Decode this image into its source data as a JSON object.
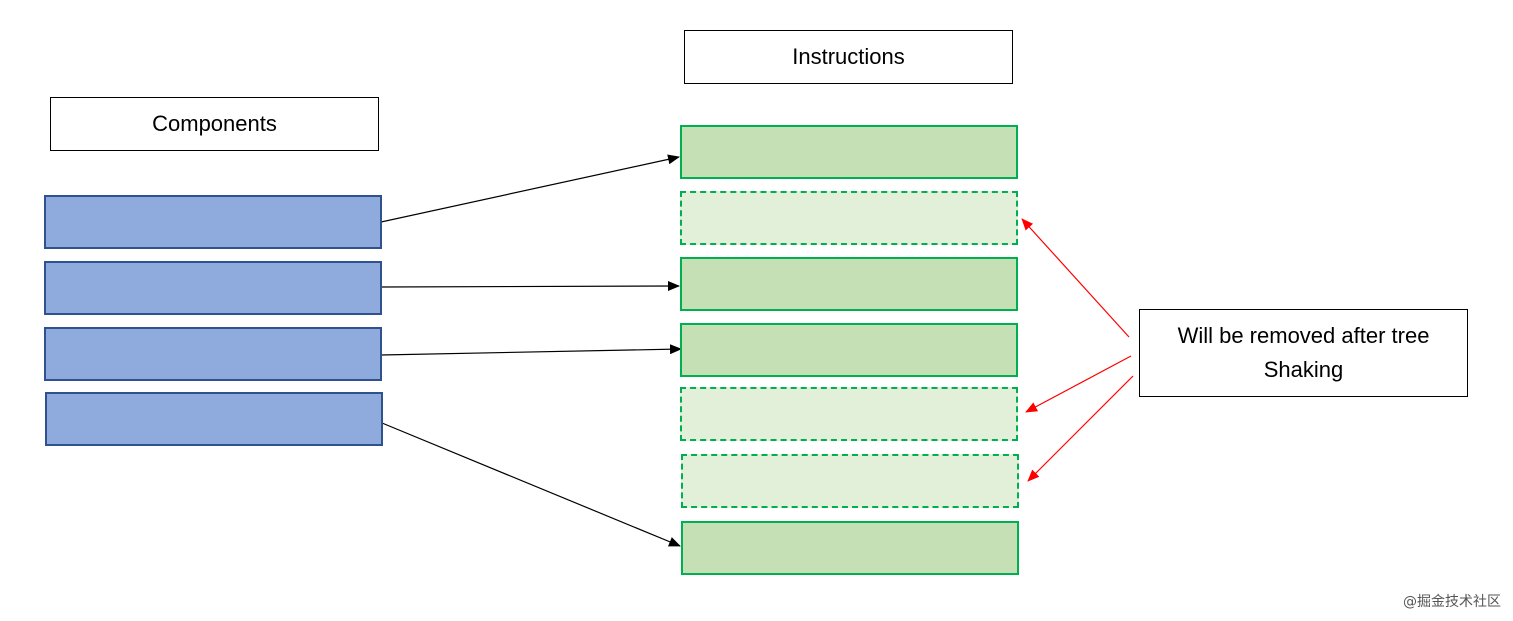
{
  "headers": {
    "components": "Components",
    "instructions": "Instructions"
  },
  "note": {
    "text": "Will be removed after tree Shaking"
  },
  "components_count": 4,
  "instructions": [
    {
      "removed": false
    },
    {
      "removed": true
    },
    {
      "removed": false
    },
    {
      "removed": false
    },
    {
      "removed": true
    },
    {
      "removed": true
    },
    {
      "removed": false
    }
  ],
  "watermark": "@掘金技术社区",
  "colors": {
    "component_fill": "#8faadc",
    "component_border": "#2f528f",
    "instruction_fill": "#c5e0b4",
    "instruction_removed_fill": "#e2f0d9",
    "instruction_border": "#00b050",
    "link_arrow": "#000000",
    "removal_arrow": "#ff0000"
  }
}
